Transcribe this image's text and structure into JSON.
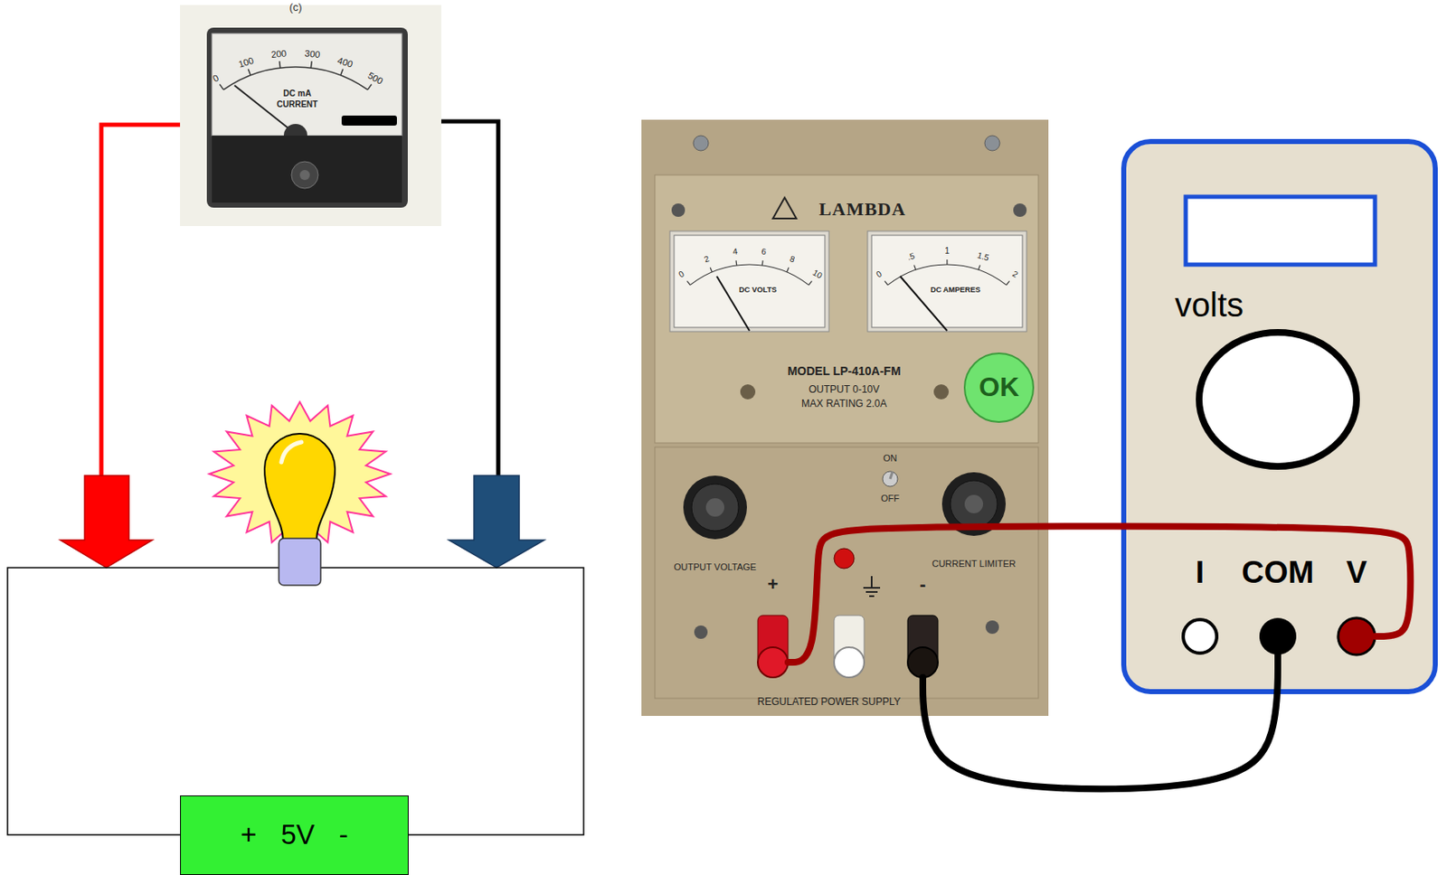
{
  "diagram": {
    "nodes": [
      {
        "text": [
          "(c)",
          "0",
          "100",
          "200",
          "300",
          "400",
          "500",
          "DC mA",
          "CURRENT"
        ]
      },
      {
        "text": [
          "+ 5V -"
        ]
      },
      {
        "text": [
          "LAMBDA",
          "MODEL LP-410A-FM",
          "OUTPUT 0-10V",
          "MAX RATING 2.0A",
          "ON",
          "OFF",
          "OUTPUT VOLTAGE",
          "CURRENT LIMITER",
          "REGULATED POWER SUPPLY"
        ]
      },
      {
        "text": [
          "DC VOLTS",
          "0",
          "2",
          "4",
          "6",
          "8",
          "10"
        ],
        "in": 2
      },
      {
        "text": [
          "DC AMPERES",
          "0",
          ".5",
          "1",
          "1.5",
          "2"
        ],
        "in": 2
      },
      {
        "text": [
          "OK"
        ],
        "in": 2
      },
      {
        "text": [
          "+"
        ],
        "in": 2
      },
      {
        "text": [
          "-"
        ],
        "in": 2
      },
      {
        "text": [
          "volts"
        ]
      },
      {
        "text": [
          "I"
        ],
        "in": 8
      },
      {
        "text": [
          "COM"
        ],
        "in": 8
      },
      {
        "text": [
          "V"
        ],
        "in": 8
      }
    ],
    "edges": [
      {
        "from": 6,
        "to": 11,
        "arrow": "none"
      },
      {
        "from": 7,
        "to": 10,
        "arrow": "none"
      }
    ]
  }
}
